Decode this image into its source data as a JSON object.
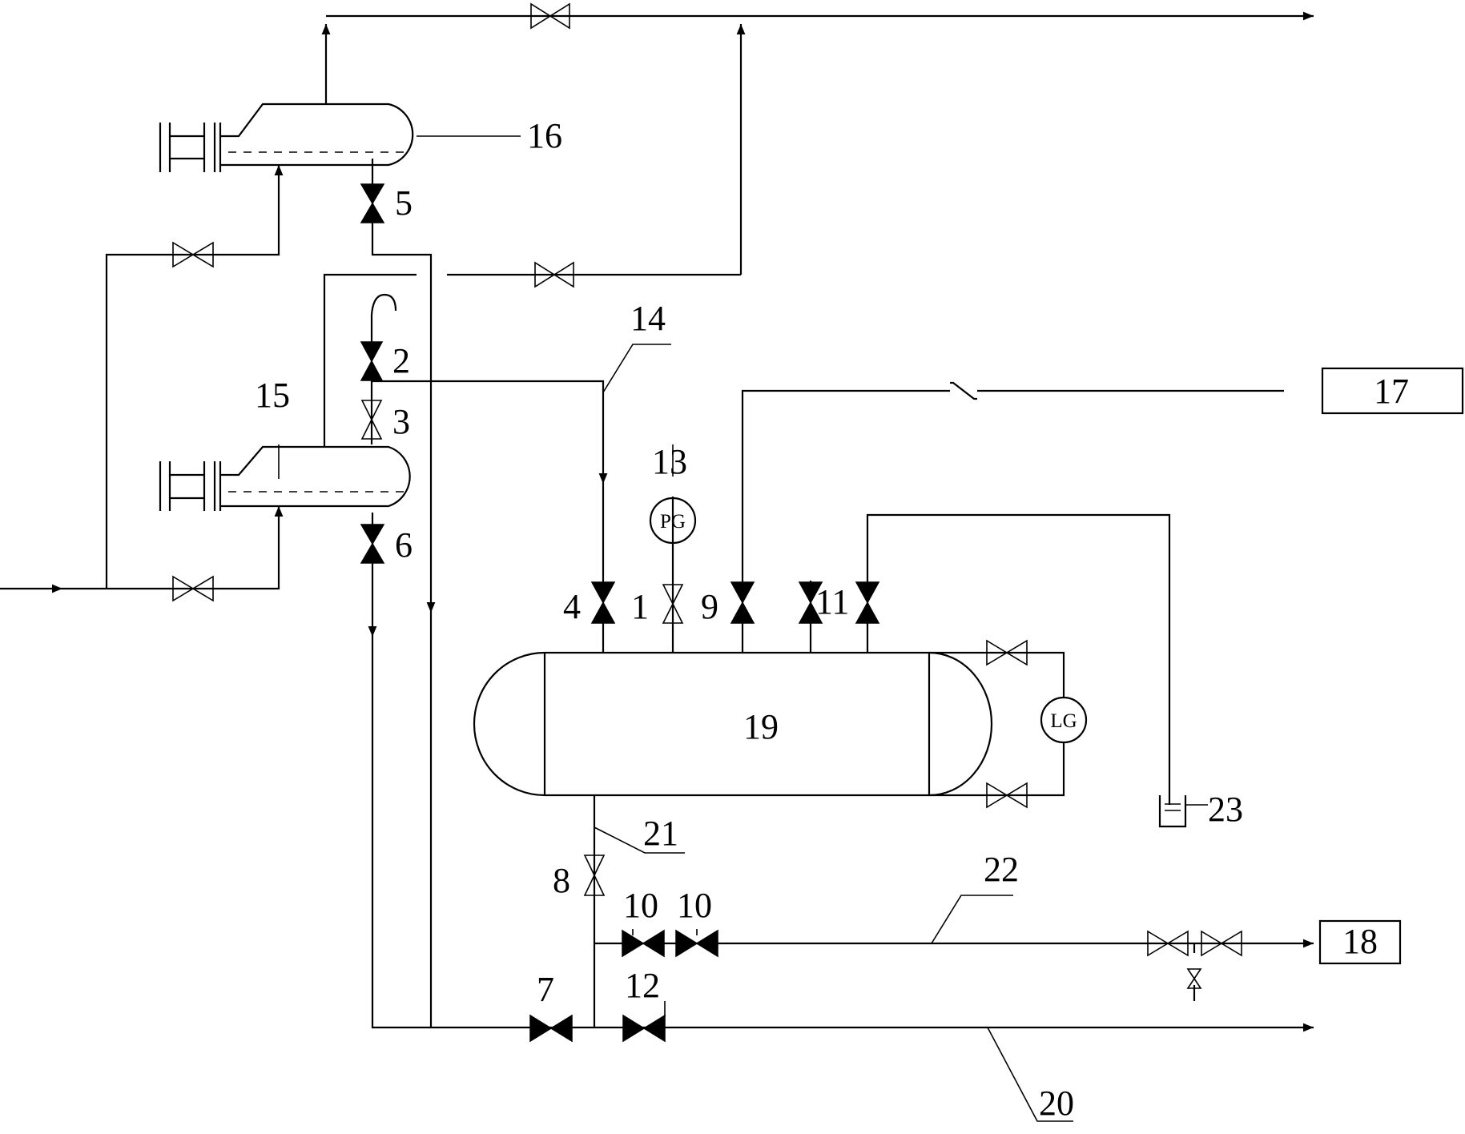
{
  "labels": {
    "v1": "1",
    "v2": "2",
    "v3": "3",
    "v4": "4",
    "v5": "5",
    "v6": "6",
    "v7": "7",
    "v8": "8",
    "v9": "9",
    "v10a": "10",
    "v10b": "10",
    "v11": "11",
    "v12": "12",
    "pg_tag": "13",
    "line14": "14",
    "sep15": "15",
    "sep16": "16",
    "box17": "17",
    "box18": "18",
    "tank19": "19",
    "line20": "20",
    "line21": "21",
    "line22": "22",
    "trap23": "23"
  },
  "instruments": {
    "pressure_gauge": "PG",
    "level_gauge": "LG"
  }
}
